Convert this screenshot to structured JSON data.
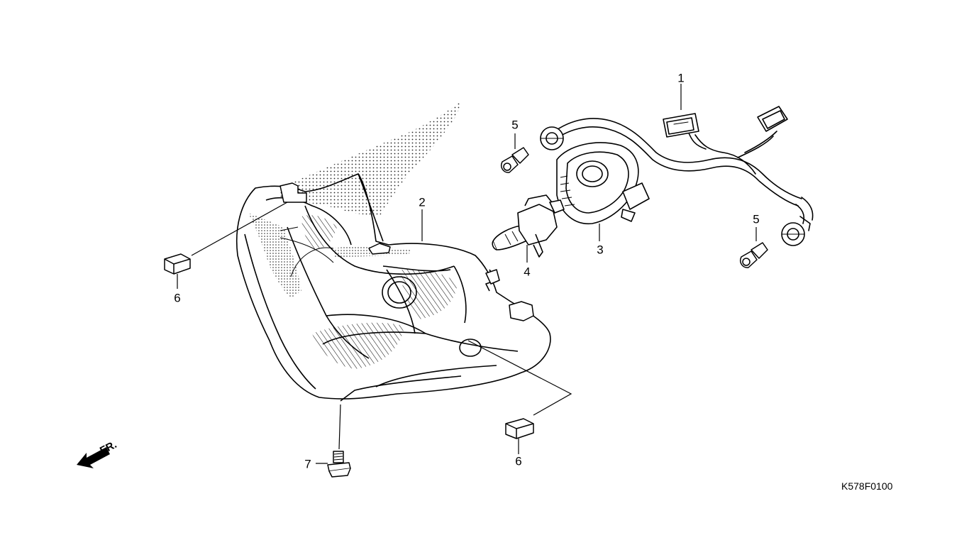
{
  "diagram": {
    "callouts": [
      {
        "id": "headlight-wire-harness",
        "label": "1"
      },
      {
        "id": "headlight-unit",
        "label": "2"
      },
      {
        "id": "bulb-socket-cover",
        "label": "3"
      },
      {
        "id": "headlight-bulb",
        "label": "4"
      },
      {
        "id": "position-bulb-left",
        "label": "5"
      },
      {
        "id": "position-bulb-right",
        "label": "5"
      },
      {
        "id": "clip-upper",
        "label": "6"
      },
      {
        "id": "clip-lower",
        "label": "6"
      },
      {
        "id": "flange-bolt",
        "label": "7"
      }
    ],
    "front_indicator": "FR.",
    "figure_code": "K578F0100"
  },
  "colors": {
    "line": "#000000",
    "background": "#ffffff"
  }
}
